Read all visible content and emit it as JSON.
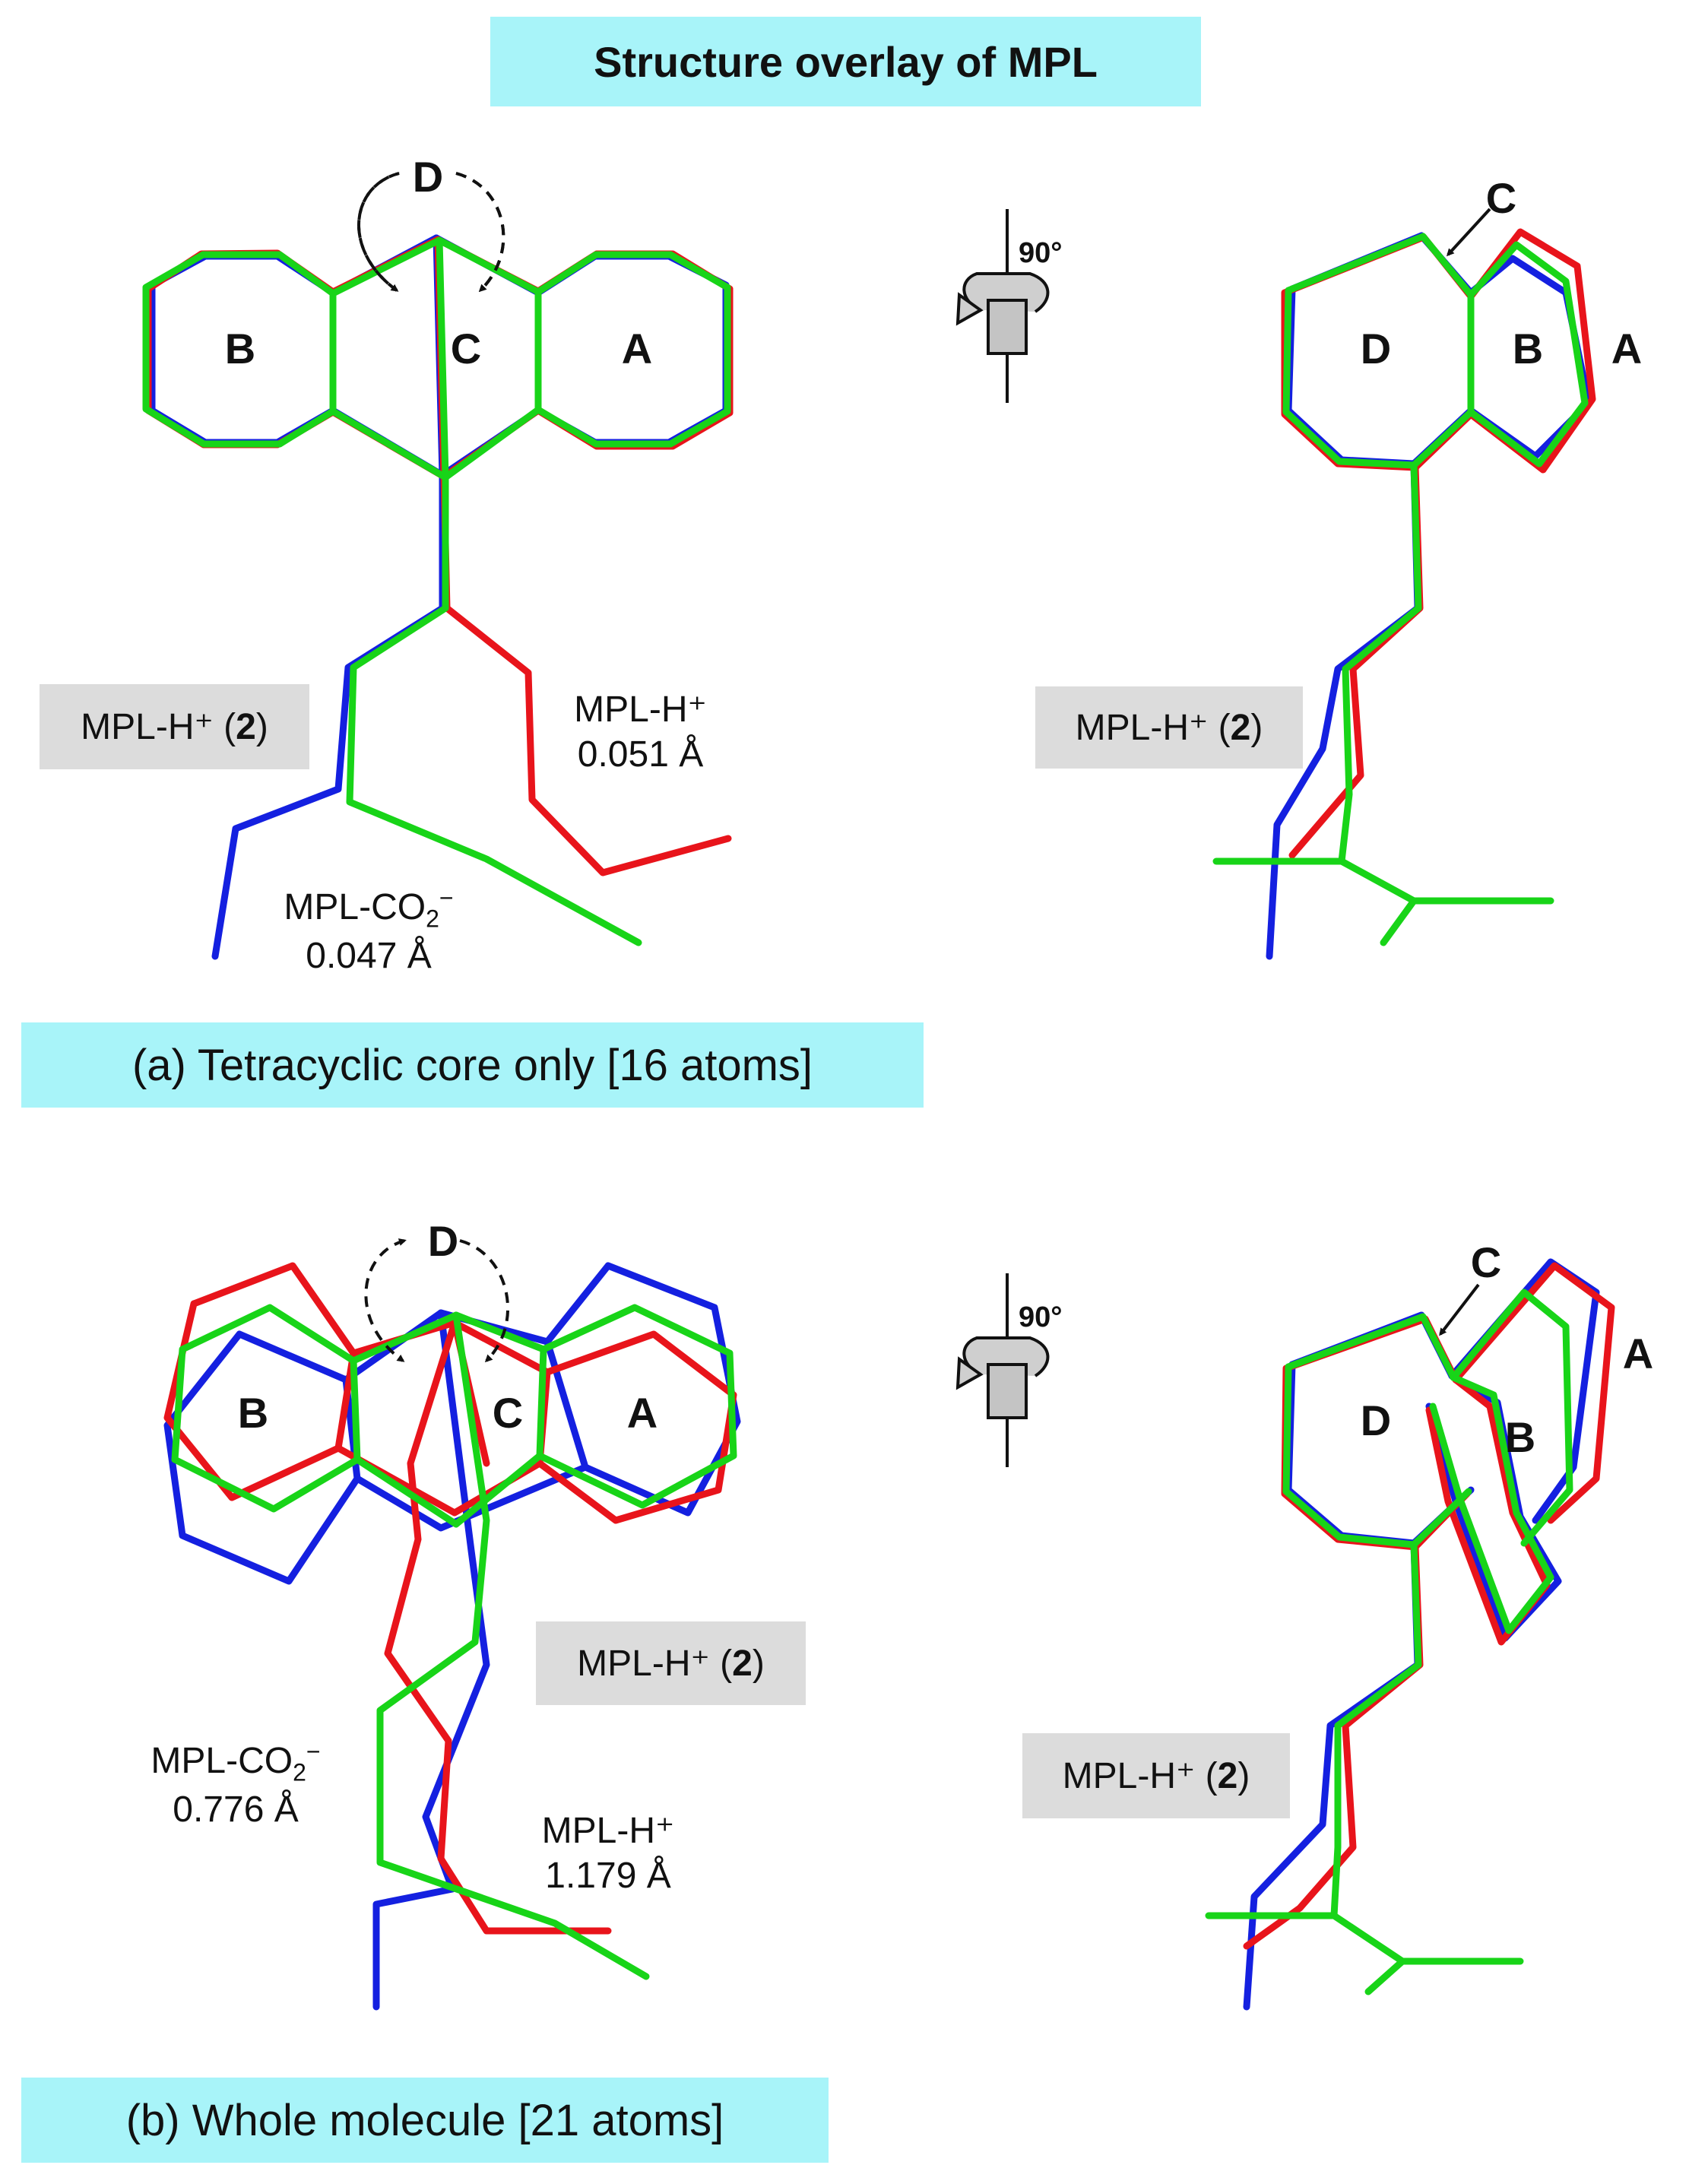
{
  "title": "Structure overlay of MPL",
  "panel_a": {
    "caption": "(a) Tetracyclic core only [16 atoms]",
    "ring_labels": {
      "A": "A",
      "B": "B",
      "C": "C",
      "D": "D"
    },
    "rotation": "90°",
    "tag_left": {
      "prefix": "MPL-H⁺ (",
      "num": "2",
      "suffix": ")"
    },
    "tag_right": {
      "prefix": "MPL-H⁺ (",
      "num": "2",
      "suffix": ")"
    },
    "red_label": {
      "name": "MPL-H⁺",
      "rmsd": "0.051 Å"
    },
    "green_label": {
      "name_base": "MPL-CO",
      "name_sub": "2",
      "name_sup": "−",
      "rmsd": "0.047 Å"
    }
  },
  "panel_b": {
    "caption": "(b) Whole molecule [21 atoms]",
    "ring_labels": {
      "A": "A",
      "B": "B",
      "C": "C",
      "D": "D"
    },
    "rotation": "90°",
    "tag_left": {
      "prefix": "MPL-H⁺ (",
      "num": "2",
      "suffix": ")"
    },
    "tag_right": {
      "prefix": "MPL-H⁺ (",
      "num": "2",
      "suffix": ")"
    },
    "green_label": {
      "name_base": "MPL-CO",
      "name_sub": "2",
      "name_sup": "−",
      "rmsd": "0.776 Å"
    },
    "red_label": {
      "name": "MPL-H⁺",
      "rmsd": "1.179 Å"
    }
  },
  "colors": {
    "red": "#e8141b",
    "green": "#18d418",
    "blue": "#1420e0",
    "cyan_box": "#a8f4f9",
    "gray_box": "#dcdcdc"
  },
  "icons": [
    "rotation-arrow-icon",
    "dashed-arc-arrow-icon"
  ]
}
